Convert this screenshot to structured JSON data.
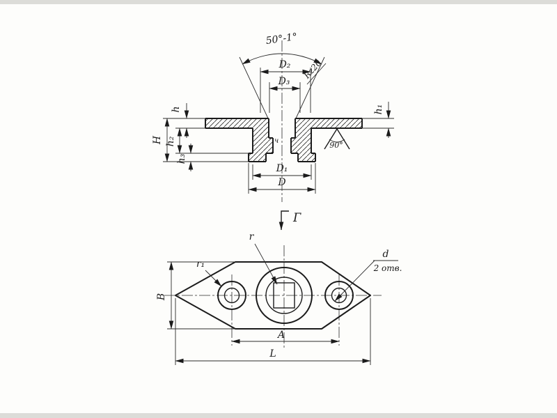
{
  "drawing": {
    "section": {
      "angle_top": "50°-1°",
      "roughness": "Rz20",
      "dim_D2": "D₂",
      "dim_D3": "D₃",
      "dim_h": "h",
      "dim_h1": "h₁",
      "dim_H": "H",
      "dim_h2": "h₂",
      "dim_h3": "h₃",
      "dim_D1": "D₁",
      "dim_D": "D",
      "angle_bottom": "90°",
      "bore_mark": "ч"
    },
    "plan": {
      "view_label": "Г",
      "dim_r": "r",
      "dim_r1": "r₁",
      "dim_d": "d",
      "holes_note": "2 отв.",
      "dim_B": "B",
      "dim_A": "A",
      "dim_L": "L"
    }
  }
}
